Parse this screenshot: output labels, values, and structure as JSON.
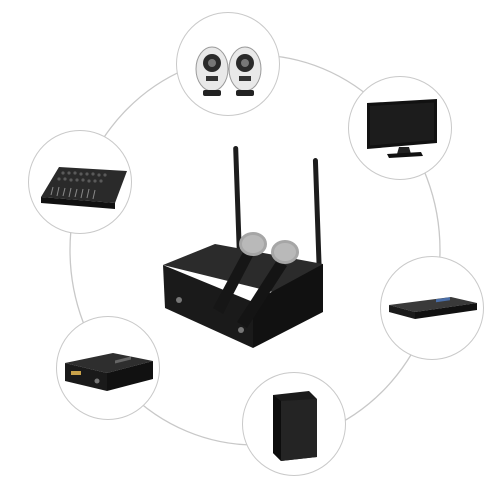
{
  "scene": {
    "description_free": true,
    "background": "#ffffff",
    "ring_color": "#c8c8c8",
    "device_color": "#1a1a1a",
    "mic_grille_color": "#a9a9a9"
  },
  "devices": [
    {
      "id": "speakers",
      "icon": "speaker-pair-icon"
    },
    {
      "id": "tv",
      "icon": "television-icon"
    },
    {
      "id": "dvd",
      "icon": "dvd-player-icon"
    },
    {
      "id": "cabinet",
      "icon": "speaker-cabinet-icon"
    },
    {
      "id": "amplifier",
      "icon": "amplifier-icon"
    },
    {
      "id": "mixer",
      "icon": "mixer-console-icon"
    }
  ]
}
